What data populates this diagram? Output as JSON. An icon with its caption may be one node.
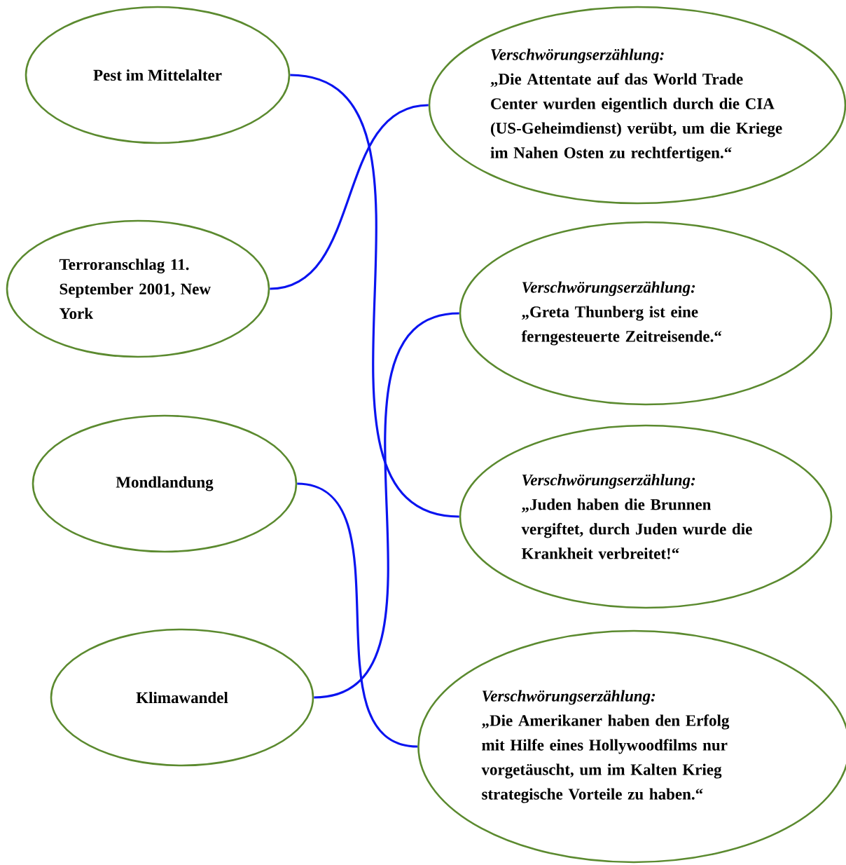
{
  "diagram": {
    "nodes": [
      {
        "text": [
          "Pest im Mittelalter"
        ]
      },
      {
        "text": [
          "Terroranschlag 11. September 2001, New York"
        ]
      },
      {
        "text": [
          "Mondlandung"
        ]
      },
      {
        "text": [
          "Klimawandel"
        ]
      },
      {
        "text": [
          "Verschwörungserzählung:",
          "„Die Attentate auf das World Trade Center wurden eigentlich durch die CIA (US-Geheimdienst) verübt, um die Kriege im Nahen Osten zu rechtfertigen.“"
        ]
      },
      {
        "text": [
          "Verschwörungserzählung:",
          "„Greta Thunberg ist eine ferngesteuerte Zeitreisende.“"
        ]
      },
      {
        "text": [
          "Verschwörungserzählung:",
          "„Juden haben die Brunnen vergiftet, durch Juden wurde die Krankheit verbreitet!“"
        ]
      },
      {
        "text": [
          "Verschwörungserzählung:",
          "„Die Amerikaner haben den Erfolg mit Hilfe eines Hollywoodfilms nur vorgetäuscht, um im Kalten Krieg strategische Vorteile zu haben.“"
        ]
      }
    ],
    "edges": [
      {
        "from": 0,
        "to": 6,
        "arrow": "none"
      },
      {
        "from": 1,
        "to": 4,
        "arrow": "none"
      },
      {
        "from": 2,
        "to": 7,
        "arrow": "none"
      },
      {
        "from": 3,
        "to": 5,
        "arrow": "none"
      }
    ]
  }
}
